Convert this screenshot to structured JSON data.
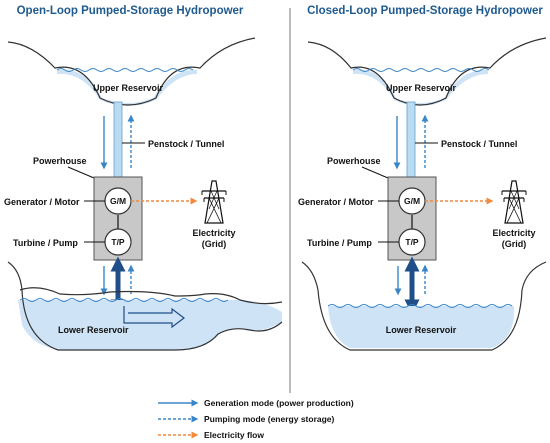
{
  "titles": {
    "open_loop": "Open-Loop Pumped-Storage Hydropower",
    "closed_loop": "Closed-Loop Pumped-Storage Hydropower"
  },
  "labels": {
    "upper_reservoir": "Upper Reservoir",
    "lower_reservoir": "Lower Reservoir",
    "penstock": "Penstock / Tunnel",
    "powerhouse": "Powerhouse",
    "generator_motor": "Generator / Motor",
    "turbine_pump": "Turbine / Pump",
    "gm": "G/M",
    "tp": "T/P",
    "electricity": "Electricity",
    "grid": "(Grid)"
  },
  "legend": {
    "generation": "Generation mode (power production)",
    "pumping": "Pumping mode (energy storage)",
    "electricity_flow": "Electricity flow"
  },
  "colors": {
    "title": "#1f5a8e",
    "generation_arrow": "#3a86c8",
    "pumping_arrow": "#3a86c8",
    "electricity_arrow": "#f08a3c",
    "water": "#cfe3f6",
    "water_line": "#3a86c8",
    "penstock": "#b9dcf2",
    "big_arrow": "#1f4e89",
    "powerhouse": "#c8c8c8",
    "terrain": "#333333"
  },
  "icons": {
    "pylon": "transmission-tower-icon"
  }
}
